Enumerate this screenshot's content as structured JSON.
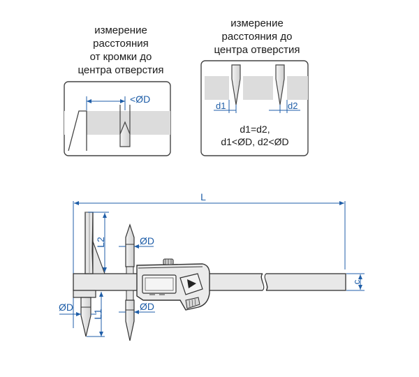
{
  "panel_left": {
    "caption_lines": [
      "измерение",
      "расстояния",
      "от кромки до",
      "центра отверстия"
    ],
    "dim_label": "<ØD"
  },
  "panel_right": {
    "caption_lines": [
      "измерение",
      "расстояния до",
      "центра отверстия"
    ],
    "d1_label": "d1",
    "d2_label": "d2",
    "formula_line1": "d1=d2,",
    "formula_line2": "d1<ØD, d2<ØD"
  },
  "caliper": {
    "length_label": "L",
    "l1_label": "L1",
    "l2_label": "L2",
    "c_label": "c",
    "od_upper_label": "ØD",
    "od_lower_left_label": "ØD",
    "od_lower_right_label": "ØD",
    "display_icon": "play-triangle-icon"
  },
  "colors": {
    "dimension_blue": "#1f5ea8",
    "body_grey": "#e6e6e6",
    "panel_grey": "#dcdcdc",
    "outline": "#333333"
  }
}
